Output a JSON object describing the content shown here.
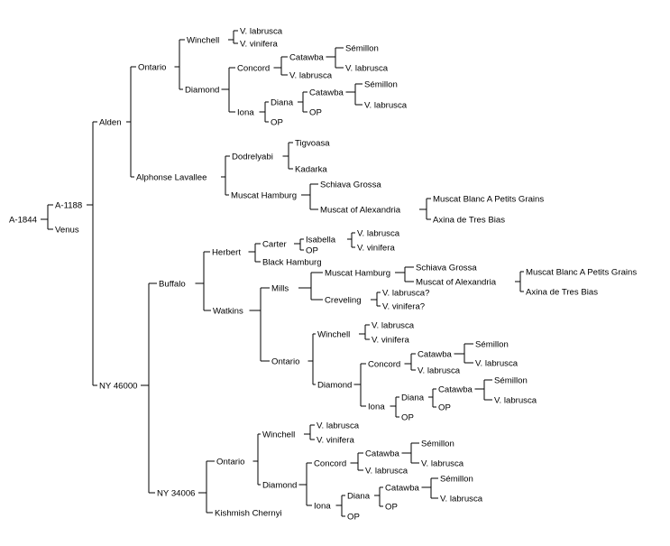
{
  "tree": {
    "name": "A-1844",
    "children": [
      {
        "name": "A-1188",
        "children": [
          {
            "name": "Alden",
            "children": [
              {
                "name": "Ontario",
                "children": [
                  {
                    "name": "Winchell",
                    "children": [
                      {
                        "name": "V. labrusca"
                      },
                      {
                        "name": "V. vinifera"
                      }
                    ]
                  },
                  {
                    "name": "Diamond",
                    "children": [
                      {
                        "name": "Concord",
                        "children": [
                          {
                            "name": "Catawba",
                            "children": [
                              {
                                "name": "Sémillon"
                              },
                              {
                                "name": "V. labrusca"
                              }
                            ]
                          },
                          {
                            "name": "V. labrusca"
                          }
                        ]
                      },
                      {
                        "name": "Iona",
                        "children": [
                          {
                            "name": "Diana",
                            "children": [
                              {
                                "name": "Catawba",
                                "children": [
                                  {
                                    "name": "Sémillon"
                                  },
                                  {
                                    "name": "V. labrusca"
                                  }
                                ]
                              },
                              {
                                "name": "OP"
                              }
                            ]
                          },
                          {
                            "name": "OP"
                          }
                        ]
                      }
                    ]
                  }
                ]
              },
              {
                "name": "Alphonse Lavallee",
                "children": [
                  {
                    "name": "Dodrelyabi",
                    "children": [
                      {
                        "name": "Tigvoasa"
                      },
                      {
                        "name": "Kadarka"
                      }
                    ]
                  },
                  {
                    "name": "Muscat Hamburg",
                    "children": [
                      {
                        "name": "Schiava Grossa"
                      },
                      {
                        "name": "Muscat of Alexandria",
                        "children": [
                          {
                            "name": "Muscat Blanc A Petits Grains"
                          },
                          {
                            "name": "Axina de Tres Bias"
                          }
                        ]
                      }
                    ]
                  }
                ]
              }
            ]
          },
          {
            "name": "NY 46000",
            "children": [
              {
                "name": "Buffalo",
                "children": [
                  {
                    "name": "Herbert",
                    "children": [
                      {
                        "name": "Carter",
                        "children": [
                          {
                            "name": "Isabella",
                            "children": [
                              {
                                "name": "V. labrusca"
                              },
                              {
                                "name": "V. vinifera"
                              }
                            ]
                          },
                          {
                            "name": "OP"
                          }
                        ]
                      },
                      {
                        "name": "Black Hamburg"
                      }
                    ]
                  },
                  {
                    "name": "Watkins",
                    "children": [
                      {
                        "name": "Mills",
                        "children": [
                          {
                            "name": "Muscat Hamburg",
                            "children": [
                              {
                                "name": "Schiava Grossa"
                              },
                              {
                                "name": "Muscat of Alexandria",
                                "children": [
                                  {
                                    "name": "Muscat Blanc A Petits Grains"
                                  },
                                  {
                                    "name": "Axina de Tres Bias"
                                  }
                                ]
                              }
                            ]
                          },
                          {
                            "name": "Creveling",
                            "children": [
                              {
                                "name": "V. labrusca?"
                              },
                              {
                                "name": "V. vinifera?"
                              }
                            ]
                          }
                        ]
                      },
                      {
                        "name": "Ontario",
                        "children": [
                          {
                            "name": "Winchell",
                            "children": [
                              {
                                "name": "V. labrusca"
                              },
                              {
                                "name": "V. vinifera"
                              }
                            ]
                          },
                          {
                            "name": "Diamond",
                            "children": [
                              {
                                "name": "Concord",
                                "children": [
                                  {
                                    "name": "Catawba",
                                    "children": [
                                      {
                                        "name": "Sémillon"
                                      },
                                      {
                                        "name": "V. labrusca"
                                      }
                                    ]
                                  },
                                  {
                                    "name": "V. labrusca"
                                  }
                                ]
                              },
                              {
                                "name": "Iona",
                                "children": [
                                  {
                                    "name": "Diana",
                                    "children": [
                                      {
                                        "name": "Catawba",
                                        "children": [
                                          {
                                            "name": "Sémillon"
                                          },
                                          {
                                            "name": "V. labrusca"
                                          }
                                        ]
                                      },
                                      {
                                        "name": "OP"
                                      }
                                    ]
                                  },
                                  {
                                    "name": "OP"
                                  }
                                ]
                              }
                            ]
                          }
                        ]
                      }
                    ]
                  }
                ]
              },
              {
                "name": "NY 34006",
                "children": [
                  {
                    "name": "Ontario",
                    "children": [
                      {
                        "name": "Winchell",
                        "children": [
                          {
                            "name": "V. labrusca"
                          },
                          {
                            "name": "V. vinifera"
                          }
                        ]
                      },
                      {
                        "name": "Diamond",
                        "children": [
                          {
                            "name": "Concord",
                            "children": [
                              {
                                "name": "Catawba",
                                "children": [
                                  {
                                    "name": "Sémillon"
                                  },
                                  {
                                    "name": "V. labrusca"
                                  }
                                ]
                              },
                              {
                                "name": "V. labrusca"
                              }
                            ]
                          },
                          {
                            "name": "Iona",
                            "children": [
                              {
                                "name": "Diana",
                                "children": [
                                  {
                                    "name": "Catawba",
                                    "children": [
                                      {
                                        "name": "Sémillon"
                                      },
                                      {
                                        "name": "V. labrusca"
                                      }
                                    ]
                                  },
                                  {
                                    "name": "OP"
                                  }
                                ]
                              },
                              {
                                "name": "OP"
                              }
                            ]
                          }
                        ]
                      }
                    ]
                  },
                  {
                    "name": "Kishmish Chernyi"
                  }
                ]
              }
            ]
          }
        ]
      },
      {
        "name": "Venus"
      }
    ]
  }
}
